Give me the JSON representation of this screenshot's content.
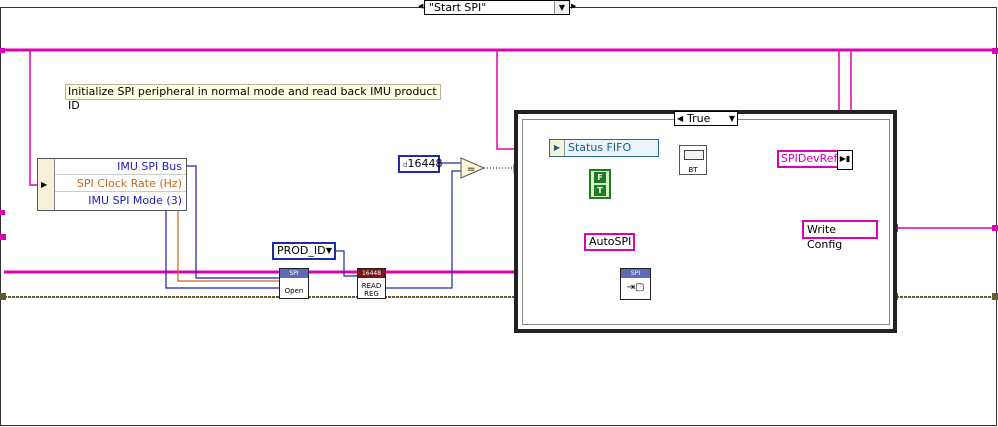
{
  "case_selector": {
    "value": "\"Start SPI\""
  },
  "comment": "Initialize SPI peripheral in normal mode and read back IMU product ID",
  "bundle": {
    "items": [
      {
        "label": "IMU SPI Bus",
        "color": "#1b1bb8"
      },
      {
        "label": "SPI Clock Rate (Hz)",
        "color": "#c86818"
      },
      {
        "label": "IMU SPI Mode (3)",
        "color": "#1b1bb8"
      }
    ]
  },
  "prod_id_enum": "PROD_ID",
  "spi_open": {
    "header": "SPI",
    "label": "Open"
  },
  "read_reg": {
    "header": "16448",
    "label": "READ\nREG"
  },
  "constant_value": "16448",
  "constant_radix": "d",
  "compare_symbol": "=",
  "inner_case": {
    "value": "True"
  },
  "status_fifo": "Status FIFO",
  "bool_const": {
    "top": "F",
    "bottom": "T"
  },
  "bt_label": "BT",
  "autospi": "AutoSPI",
  "spi_write": {
    "header": "SPI"
  },
  "spidevref": "SPIDevRef",
  "write_config": "Write Config",
  "colors": {
    "pink": "#e000b4",
    "blue": "#1a2da3",
    "orange": "#c86818",
    "olive": "#605c35",
    "frame": "#222222"
  }
}
